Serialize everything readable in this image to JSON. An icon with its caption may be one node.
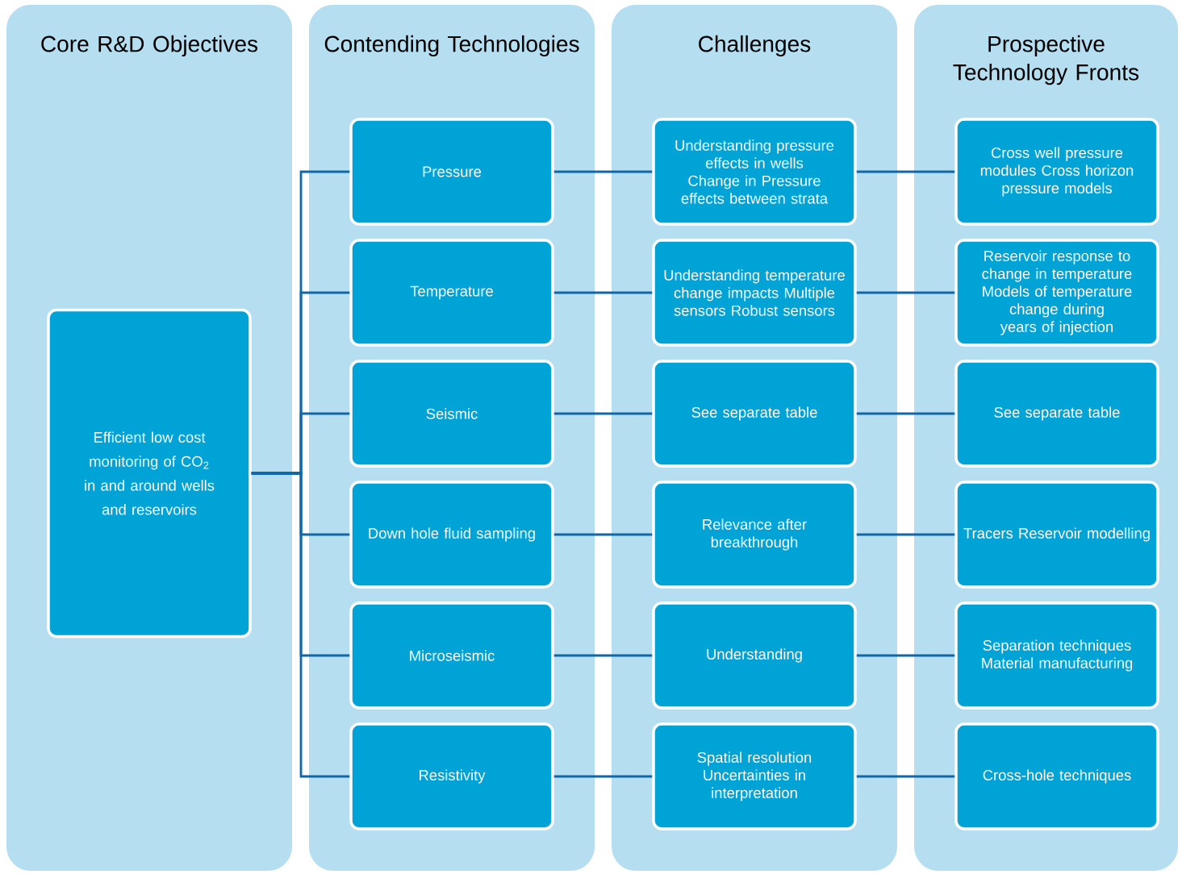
{
  "diagram": {
    "nodes": [
      {
        "text": [
          "Core R&D Objectives"
        ]
      },
      {
        "text": [
          "Efficient low cost monitoring of CO$_{2}$ in and around wells and reservoirs"
        ],
        "in": 0
      },
      {
        "text": [
          "Contending Technologies"
        ]
      },
      {
        "text": [
          "Pressure"
        ],
        "in": 2
      },
      {
        "text": [
          "Temperature"
        ],
        "in": 2
      },
      {
        "text": [
          "Seismic"
        ],
        "in": 2
      },
      {
        "text": [
          "Down hole fluid sampling"
        ],
        "in": 2
      },
      {
        "text": [
          "Microseismic"
        ],
        "in": 2
      },
      {
        "text": [
          "Resistivity"
        ],
        "in": 2
      },
      {
        "text": [
          "Challenges"
        ]
      },
      {
        "text": [
          "Understanding pressure effects in wells Change in Pressure effects between strata"
        ],
        "in": 9
      },
      {
        "text": [
          "Understanding temperature change impacts Multiple sensors Robust sensors"
        ],
        "in": 9
      },
      {
        "text": [
          "See separate table"
        ],
        "in": 9
      },
      {
        "text": [
          "Relevance after breakthrough"
        ],
        "in": 9
      },
      {
        "text": [
          "Understanding"
        ],
        "in": 9
      },
      {
        "text": [
          "Spatial resolution Uncertainties in interpretation"
        ],
        "in": 9
      },
      {
        "text": [
          "Prospective Technology Fronts"
        ]
      },
      {
        "text": [
          "Cross well pressure modules Cross horizon pressure models"
        ],
        "in": 16
      },
      {
        "text": [
          "Reservoir response to change in temperature Models of temperature change during years of injection"
        ],
        "in": 16
      },
      {
        "text": [
          "See separate table"
        ],
        "in": 16
      },
      {
        "text": [
          "Tracers Reservoir modelling"
        ],
        "in": 16
      },
      {
        "text": [
          "Separation techniques Material manufacturing"
        ],
        "in": 16
      },
      {
        "text": [
          "Cross-hole techniques"
        ],
        "in": 16
      }
    ],
    "edges": [
      {
        "from": 1,
        "to": 3,
        "arrow": "none"
      },
      {
        "from": 1,
        "to": 4,
        "arrow": "none"
      },
      {
        "from": 1,
        "to": 5,
        "arrow": "none"
      },
      {
        "from": 1,
        "to": 6,
        "arrow": "none"
      },
      {
        "from": 1,
        "to": 7,
        "arrow": "none"
      },
      {
        "from": 1,
        "to": 8,
        "arrow": "none"
      },
      {
        "from": 3,
        "to": 10,
        "arrow": "none"
      },
      {
        "from": 4,
        "to": 11,
        "arrow": "none"
      },
      {
        "from": 5,
        "to": 12,
        "arrow": "none"
      },
      {
        "from": 6,
        "to": 13,
        "arrow": "none"
      },
      {
        "from": 7,
        "to": 14,
        "arrow": "none"
      },
      {
        "from": 8,
        "to": 15,
        "arrow": "none"
      },
      {
        "from": 10,
        "to": 17,
        "arrow": "none"
      },
      {
        "from": 11,
        "to": 18,
        "arrow": "none"
      },
      {
        "from": 12,
        "to": 19,
        "arrow": "none"
      },
      {
        "from": 13,
        "to": 20,
        "arrow": "none"
      },
      {
        "from": 14,
        "to": 21,
        "arrow": "none"
      },
      {
        "from": 15,
        "to": 22,
        "arrow": "none"
      }
    ]
  }
}
